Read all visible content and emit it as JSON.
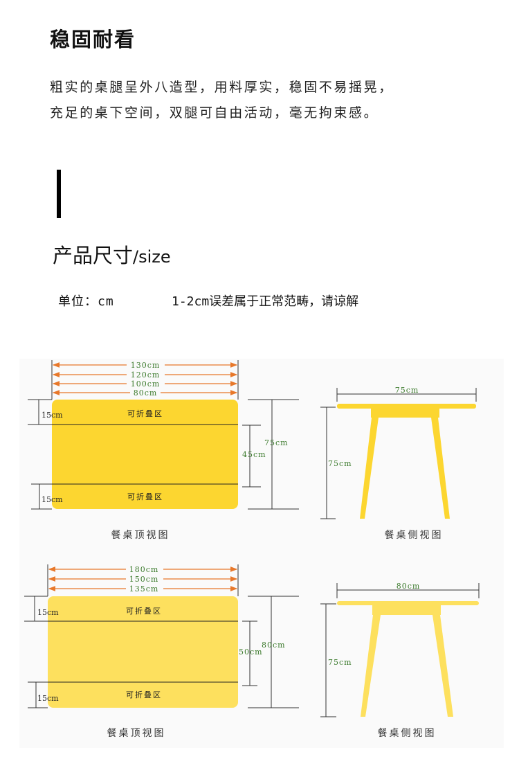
{
  "section1": {
    "title": "稳固耐看",
    "lines": [
      "粗实的桌腿呈外八造型，用料厚实，稳固不易摇晃，",
      "充足的桌下空间，双腿可自由活动，毫无拘束感。"
    ]
  },
  "section2": {
    "title": "产品尺寸",
    "title_suffix": "/size",
    "unit": "单位：cm",
    "note": "1-2cm误差属于正常范畴，请谅解"
  },
  "colors": {
    "table_yellow_1": "#fcd630",
    "table_yellow_2": "#fde05e",
    "arrow": "#e8782a",
    "dim_text": "#3b7a2c"
  },
  "diagram1": {
    "widths": [
      "130cm",
      "120cm",
      "100cm",
      "80cm"
    ],
    "fold_label": "可折叠区",
    "fold_depth": "15cm",
    "middle_depth": "45cm",
    "total_depth": "75cm",
    "top_caption": "餐桌顶视图",
    "side_width": "75cm",
    "side_height": "75cm",
    "side_caption": "餐桌侧视图"
  },
  "diagram2": {
    "widths": [
      "180cm",
      "150cm",
      "135cm"
    ],
    "fold_label": "可折叠区",
    "fold_depth": "15cm",
    "middle_depth": "50cm",
    "total_depth": "80cm",
    "top_caption": "餐桌顶视图",
    "side_width": "80cm",
    "side_height": "75cm",
    "side_caption": "餐桌侧视图"
  }
}
